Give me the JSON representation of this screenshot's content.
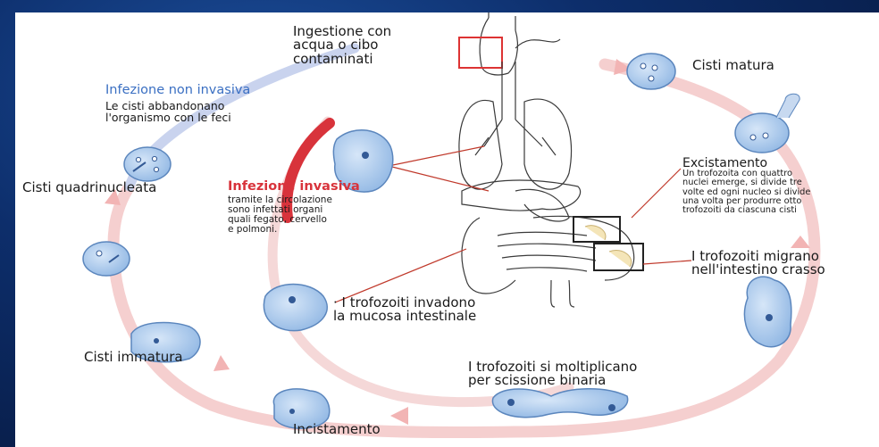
{
  "labels": {
    "ingestion": [
      "Ingestione con",
      "acqua o cibo",
      "contaminati"
    ],
    "mature_cyst": "Cisti matura",
    "noninvasive_title": "Infezione non invasiva",
    "noninvasive_text": [
      "Le cisti abbandonano",
      "l'organismo con le feci"
    ],
    "invasive_title": "Infezione invasiva",
    "invasive_text": [
      "tramite la circolazione",
      "sono infettati organi",
      "quali fegato, cervello",
      "e polmoni."
    ],
    "quadrinucleate": "Cisti quadrinucleata",
    "excystation_title": "Excistamento",
    "excystation_text": [
      "Un trofozoita con quattro",
      "nuclei emerge, si divide tre",
      "volte ed ogni nucleo si divide",
      "una volta per produrre otto",
      "trofozoiti da ciascuna cisti"
    ],
    "migrate": [
      "I trofozoiti migrano",
      "nell'intestino crasso"
    ],
    "invade": [
      "· I trofozoiti invadono",
      "la mucosa intestinale"
    ],
    "immature_cyst": "Cisti immatura",
    "multiply": [
      "I trofozoiti si moltiplicano",
      "per scissione binaria"
    ],
    "encystation": "Incistamento"
  },
  "colors": {
    "cycle_arrow": "#f4c7c7",
    "invasive_arrow": "#d8333b",
    "noninvasive_arrow": "#b9c6e6",
    "cell_fill": "#a9c8ec",
    "cell_stroke": "#5b86bd",
    "callout_line": "#c0392b"
  }
}
